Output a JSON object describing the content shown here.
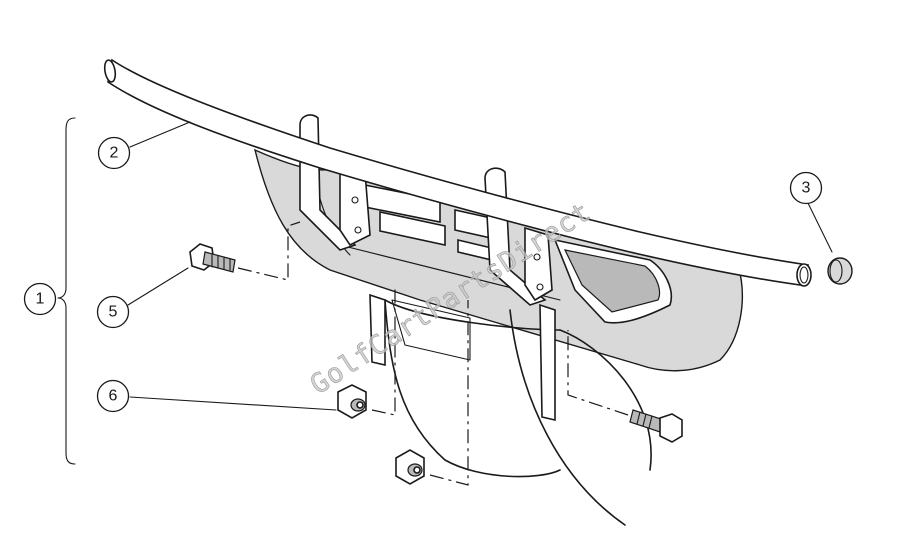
{
  "callouts": [
    {
      "id": "1",
      "label": "1"
    },
    {
      "id": "2",
      "label": "2"
    },
    {
      "id": "3",
      "label": "3"
    },
    {
      "id": "5",
      "label": "5"
    },
    {
      "id": "6",
      "label": "6"
    }
  ],
  "watermark": "GolfCartPartsDirect"
}
